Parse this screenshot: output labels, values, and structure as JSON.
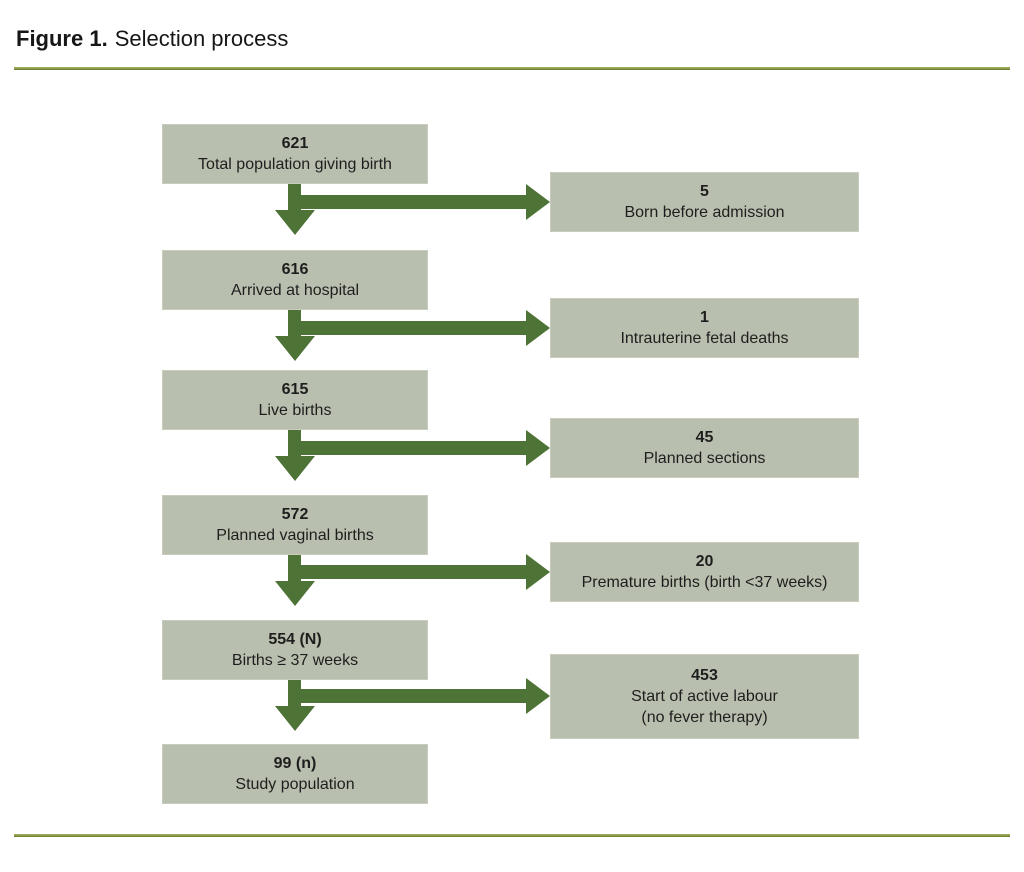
{
  "title": {
    "prefix": "Figure 1.",
    "text": "Selection process"
  },
  "colors": {
    "page-bg": "#ffffff",
    "box-fill": "#b9bfae",
    "box-border": "#c7ccbb",
    "arrow-green": "#4e7337",
    "divider-top": "#a9b964",
    "divider-bottom": "#6a792f",
    "text-dark": "#1e1e1e"
  },
  "flow": {
    "main": [
      {
        "value": "621",
        "label": "Total population giving birth"
      },
      {
        "value": "616",
        "label": "Arrived at hospital"
      },
      {
        "value": "615",
        "label": "Live births"
      },
      {
        "value": "572",
        "label": "Planned vaginal births"
      },
      {
        "value": "554 (N)",
        "label": "Births ≥ 37 weeks"
      },
      {
        "value": "99 (n)",
        "label": "Study population"
      }
    ],
    "excluded": [
      {
        "value": "5",
        "label": "Born before admission"
      },
      {
        "value": "1",
        "label": "Intrauterine fetal deaths"
      },
      {
        "value": "45",
        "label": "Planned sections"
      },
      {
        "value": "20",
        "label": "Premature births (birth <37 weeks)"
      },
      {
        "value": "453",
        "label": "Start of active labour",
        "label2": "(no fever therapy)"
      }
    ]
  }
}
